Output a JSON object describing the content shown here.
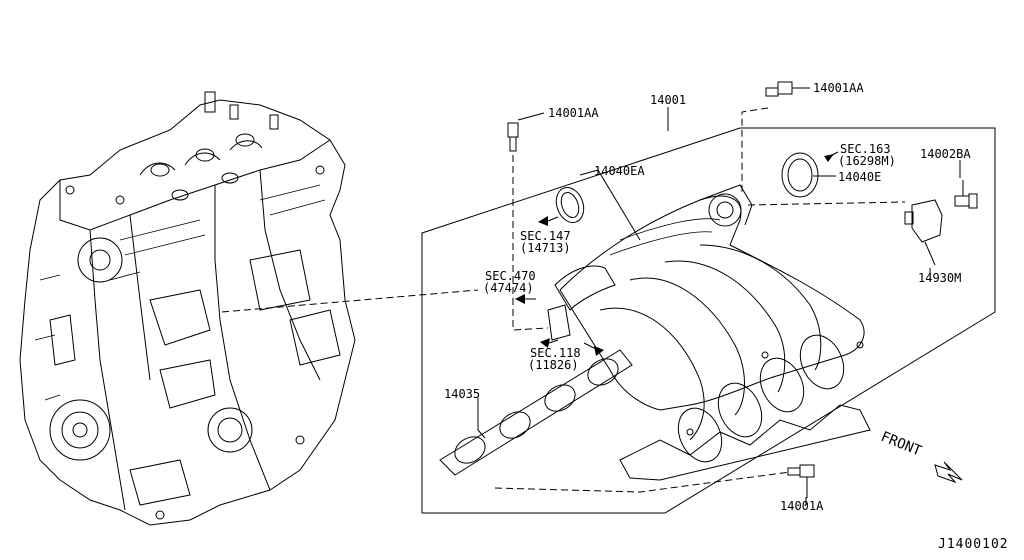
{
  "labels": {
    "p14001": "14001",
    "p14001AA_left": "14001AA",
    "p14001AA_top": "14001AA",
    "p14040EA": "14040EA",
    "p14040E": "14040E",
    "p14002BA": "14002BA",
    "p14930M": "14930M",
    "p14035": "14035",
    "p14001A": "14001A"
  },
  "sections": {
    "sec163_line1": "SEC.163",
    "sec163_line2": "(16298M)",
    "sec147_line1": "SEC.147",
    "sec147_line2": "(14713)",
    "sec470_line1": "SEC.470",
    "sec470_line2": "(47474)",
    "sec118_line1": "SEC.118",
    "sec118_line2": "(11826)"
  },
  "orientation": "FRONT",
  "reference_code": "J1400102"
}
